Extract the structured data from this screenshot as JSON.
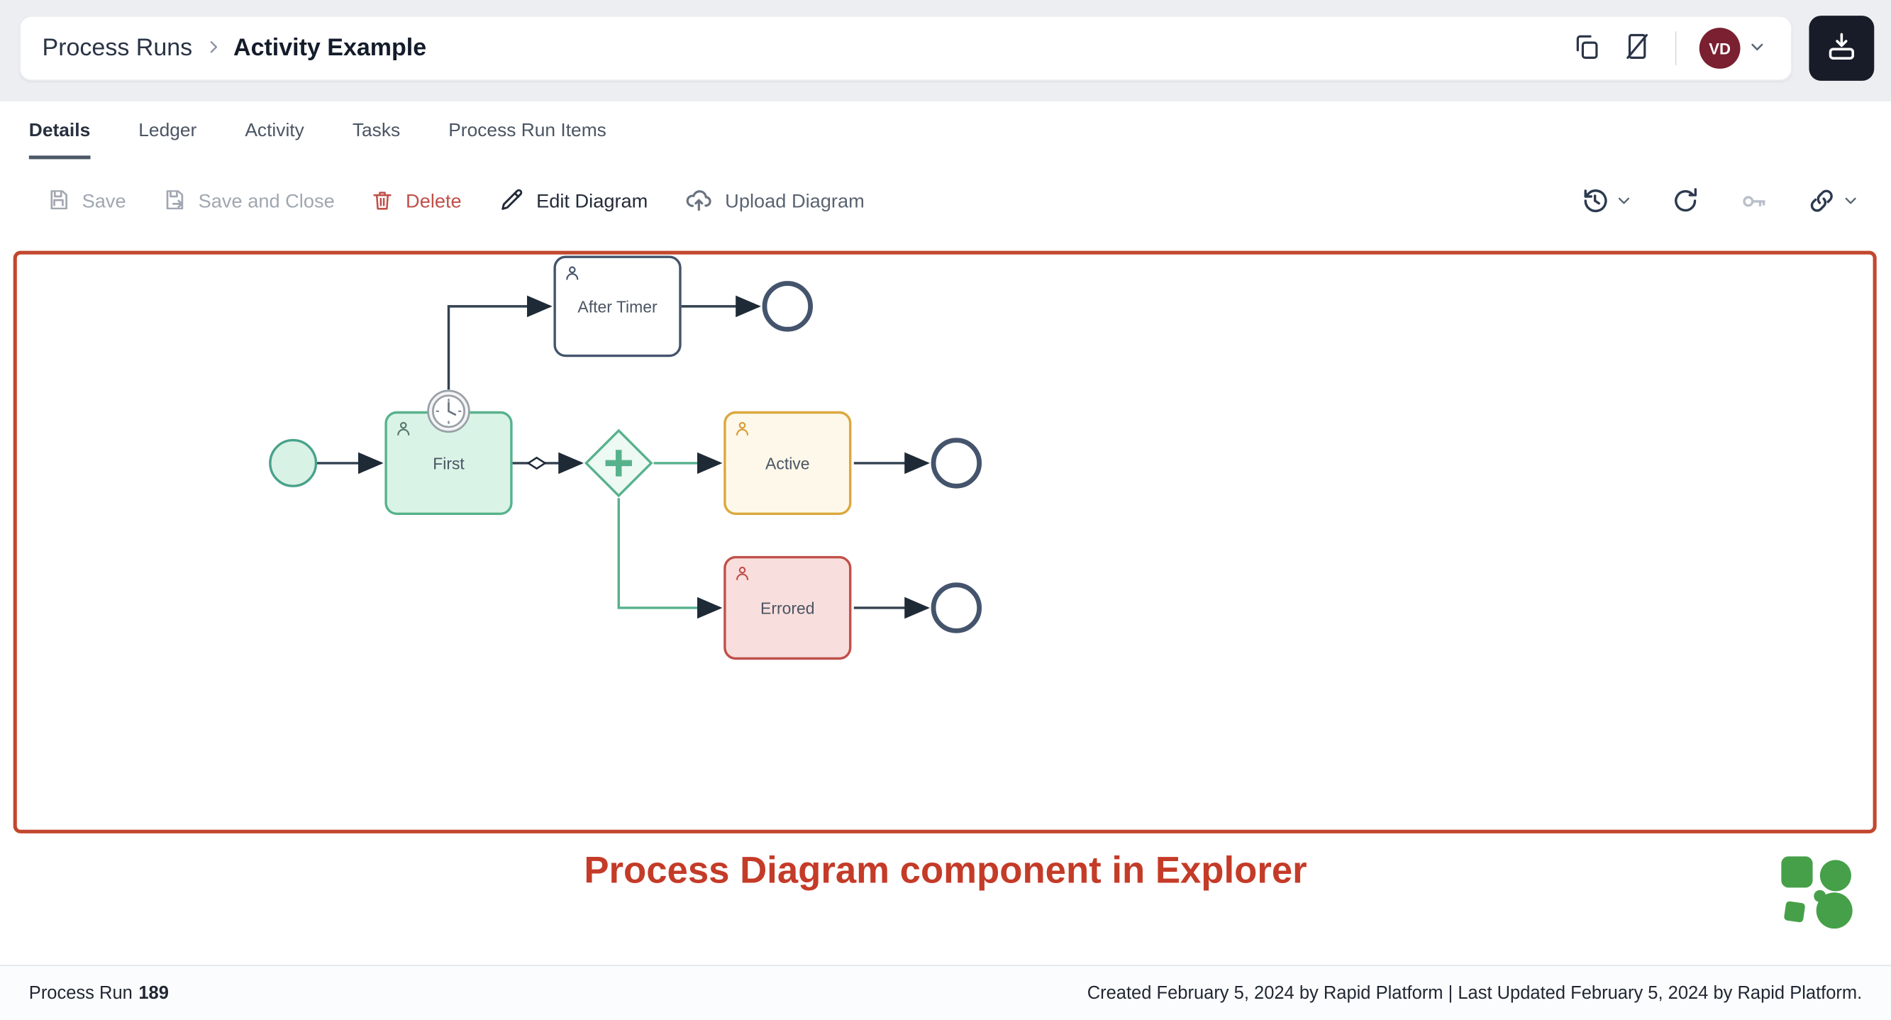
{
  "header": {
    "breadcrumb_parent": "Process Runs",
    "breadcrumb_current": "Activity Example",
    "avatar_initials": "VD"
  },
  "tabs": [
    {
      "label": "Details",
      "active": true
    },
    {
      "label": "Ledger",
      "active": false
    },
    {
      "label": "Activity",
      "active": false
    },
    {
      "label": "Tasks",
      "active": false
    },
    {
      "label": "Process Run Items",
      "active": false
    }
  ],
  "toolbar": {
    "save": "Save",
    "save_and_close": "Save and Close",
    "delete": "Delete",
    "edit_diagram": "Edit Diagram",
    "upload_diagram": "Upload Diagram"
  },
  "diagram": {
    "nodes": {
      "after_timer": "After Timer",
      "first": "First",
      "active": "Active",
      "errored": "Errored"
    }
  },
  "caption": "Process Diagram component in Explorer",
  "footer": {
    "run_label": "Process Run",
    "run_number": "189",
    "meta": "Created February 5, 2024 by Rapid Platform | Last Updated February 5, 2024 by Rapid Platform."
  },
  "icons": {
    "header": [
      "copy-icon",
      "file-slash-icon",
      "chevron-down-icon",
      "app-install-icon"
    ],
    "toolbar_left": [
      "save-icon",
      "save-close-icon",
      "trash-icon",
      "pencil-icon",
      "cloud-upload-icon"
    ],
    "toolbar_right": [
      "history-icon",
      "refresh-icon",
      "key-icon",
      "link-icon"
    ]
  },
  "colors": {
    "annotation_red": "#c2472e",
    "caption_red": "#c43b28",
    "node_green": "#57b28c",
    "node_green_bg": "#daf3e7",
    "node_yellow": "#dca73c",
    "node_yellow_bg": "#fdf8e9",
    "node_red": "#c0504a",
    "node_red_bg": "#f8dedd",
    "node_dark": "#44546c",
    "avatar_bg": "#7a2030",
    "logo_green": "#46a049"
  }
}
